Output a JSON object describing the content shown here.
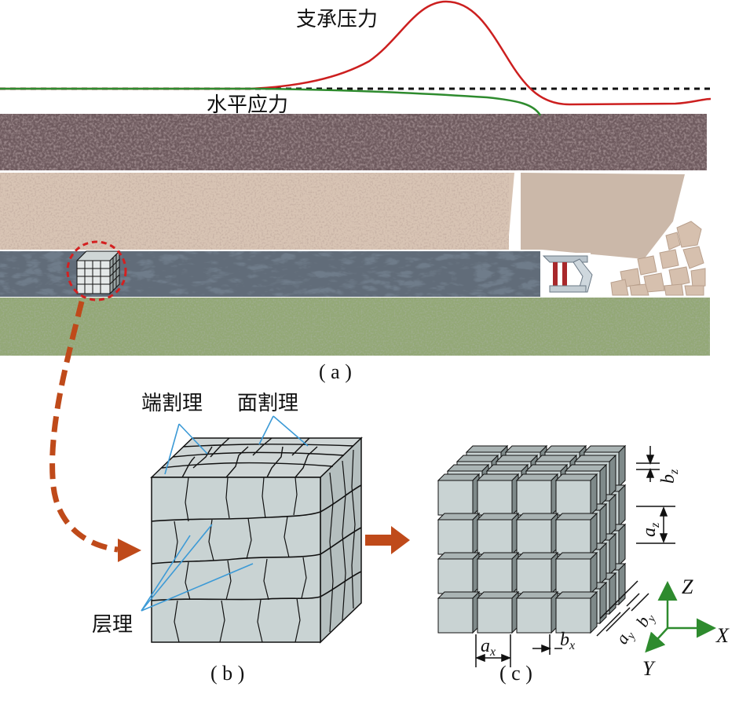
{
  "labels": {
    "support_pressure": "支承压力",
    "horizontal_stress": "水平应力",
    "caption_a": "( a )",
    "caption_b": "( b )",
    "caption_c": "( c )",
    "butt_cleat": "端割理",
    "face_cleat": "面割理",
    "bedding": "层理",
    "ax": "a",
    "ax_sub": "x",
    "bx": "b",
    "bx_sub": "x",
    "ay": "a",
    "ay_sub": "y",
    "by": "b",
    "by_sub": "y",
    "az": "a",
    "az_sub": "z",
    "bz": "b",
    "bz_sub": "z",
    "axis_x": "X",
    "axis_y": "Y",
    "axis_z": "Z"
  },
  "colors": {
    "support_curve": "#cc1f1f",
    "horizontal_curve": "#2e8b2e",
    "roof_layer": "#6e5a5e",
    "sandstone_layer": "#d8c4b4",
    "coal_seam": "#6f7c8a",
    "floor_layer": "#93a876",
    "block_face": "#c9d3d3",
    "block_side": "#7f8a8a",
    "block_top": "#aab4b4",
    "arrow": "#bf4a1a",
    "leader": "#3c9ad6",
    "axis": "#2e8b2e"
  }
}
